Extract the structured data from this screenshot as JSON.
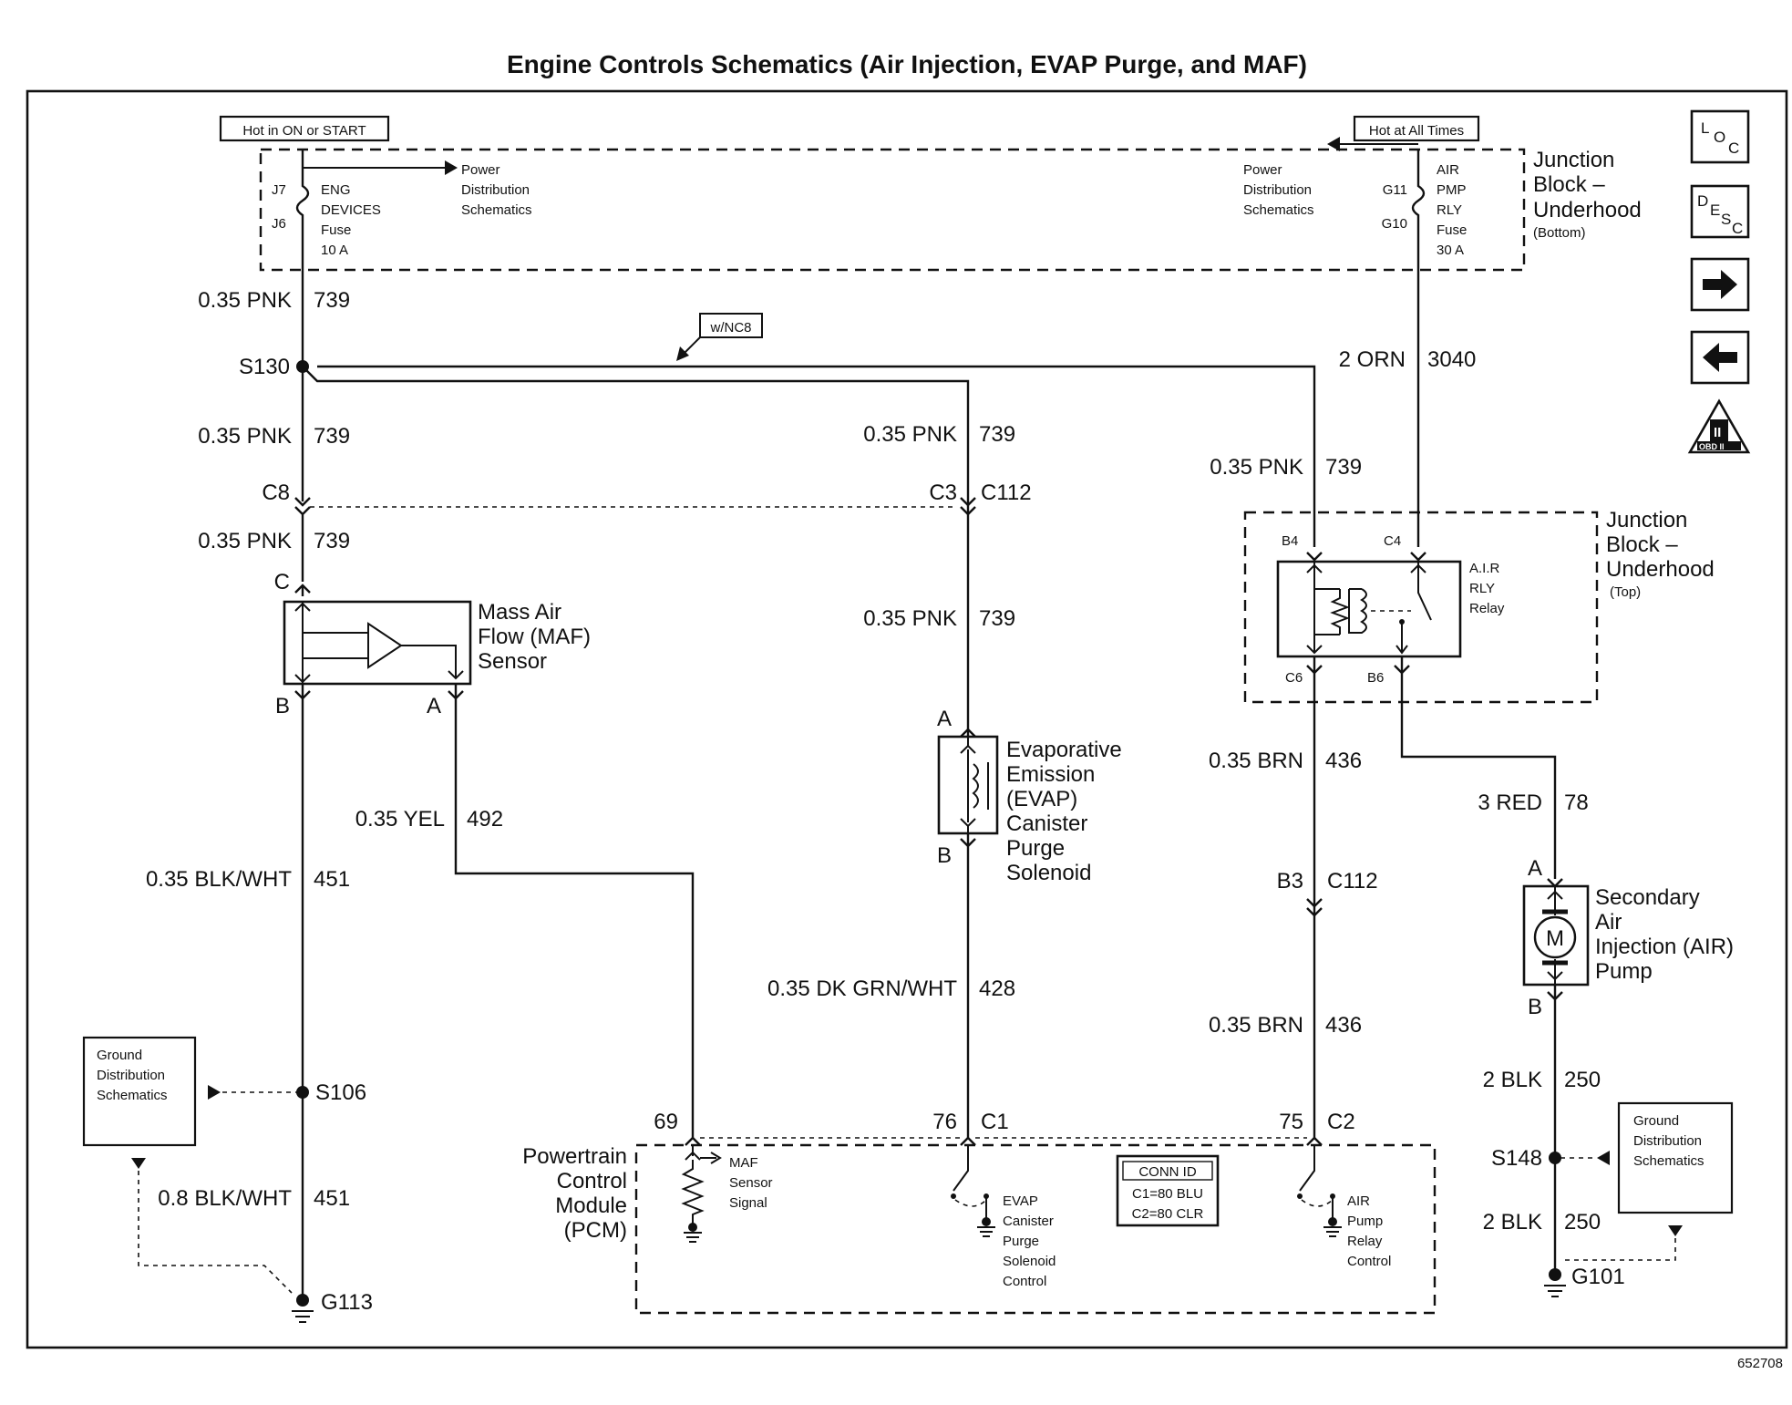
{
  "title": "Engine Controls Schematics (Air Injection, EVAP Purge, and MAF)",
  "doc_id": "652708",
  "nav": [
    {
      "name": "loc-icon",
      "label": "LOC"
    },
    {
      "name": "desc-icon",
      "label": "DESC"
    },
    {
      "name": "next-arrow-icon",
      "label": "→"
    },
    {
      "name": "prev-arrow-icon",
      "label": "←"
    },
    {
      "name": "obd-ii-icon",
      "label": "OBD II"
    }
  ],
  "hot_labels": {
    "left": "Hot in ON or START",
    "right": "Hot at All Times"
  },
  "junction_bottom": {
    "line1": "Junction",
    "line2": "Block –",
    "line3": "Underhood",
    "line4": "(Bottom)"
  },
  "junction_top": {
    "line1": "Junction",
    "line2": "Block –",
    "line3": "Underhood",
    "line4": "(Top)"
  },
  "fuse_left": {
    "pin_top": "J7",
    "pin_bottom": "J6",
    "l1": "ENG",
    "l2": "DEVICES",
    "l3": "Fuse",
    "l4": "10 A"
  },
  "fuse_right": {
    "pin_top": "G11",
    "pin_bottom": "G10",
    "l1": "AIR",
    "l2": "PMP",
    "l3": "RLY",
    "l4": "Fuse",
    "l5": "30 A"
  },
  "power_dist_left": {
    "l1": "Power",
    "l2": "Distribution",
    "l3": "Schematics"
  },
  "power_dist_right": {
    "l1": "Power",
    "l2": "Distribution",
    "l3": "Schematics"
  },
  "option_tag": "w/NC8",
  "splices": {
    "s130": "S130",
    "s106": "S106",
    "s148": "S148"
  },
  "grounds": {
    "g113": "G113",
    "g101": "G101"
  },
  "connectors": {
    "c8": "C8",
    "c3": "C3",
    "c112_top": "C112",
    "b3": "B3",
    "c112_bot": "C112",
    "c1": "C1",
    "c2": "C2",
    "pin69": "69",
    "pin76": "76",
    "pin75": "75",
    "maf_c": "C",
    "maf_b": "B",
    "maf_a": "A",
    "evap_a": "A",
    "evap_b": "B",
    "air_a": "A",
    "air_b": "B",
    "relay_b4": "B4",
    "relay_c4": "C4",
    "relay_c6": "C6",
    "relay_b6": "B6"
  },
  "wires": {
    "w1": {
      "gauge": "0.35 PNK",
      "circuit": "739"
    },
    "w2": {
      "gauge": "0.35 PNK",
      "circuit": "739"
    },
    "w3": {
      "gauge": "0.35 PNK",
      "circuit": "739"
    },
    "w4": {
      "gauge": "0.35 PNK",
      "circuit": "739"
    },
    "w5": {
      "gauge": "0.35 PNK",
      "circuit": "739"
    },
    "w6": {
      "gauge": "0.35 PNK",
      "circuit": "739"
    },
    "w7": {
      "gauge": "2 ORN",
      "circuit": "3040"
    },
    "w8": {
      "gauge": "0.35 YEL",
      "circuit": "492"
    },
    "w9": {
      "gauge": "0.35 BLK/WHT",
      "circuit": "451"
    },
    "w10": {
      "gauge": "0.8 BLK/WHT",
      "circuit": "451"
    },
    "w11": {
      "gauge": "0.35 DK GRN/WHT",
      "circuit": "428"
    },
    "w12": {
      "gauge": "0.35 BRN",
      "circuit": "436"
    },
    "w13": {
      "gauge": "0.35 BRN",
      "circuit": "436"
    },
    "w14": {
      "gauge": "3 RED",
      "circuit": "78"
    },
    "w15": {
      "gauge": "2 BLK",
      "circuit": "250"
    },
    "w16": {
      "gauge": "2 BLK",
      "circuit": "250"
    }
  },
  "maf": {
    "l1": "Mass Air",
    "l2": "Flow (MAF)",
    "l3": "Sensor"
  },
  "evap": {
    "l1": "Evaporative",
    "l2": "Emission",
    "l3": "(EVAP)",
    "l4": "Canister",
    "l5": "Purge",
    "l6": "Solenoid"
  },
  "air_pump": {
    "l1": "Secondary",
    "l2": "Air",
    "l3": "Injection (AIR)",
    "l4": "Pump",
    "motor": "M"
  },
  "relay": {
    "l1": "A.I.R",
    "l2": "RLY",
    "l3": "Relay"
  },
  "ground_dist_left": {
    "l1": "Ground",
    "l2": "Distribution",
    "l3": "Schematics"
  },
  "ground_dist_right": {
    "l1": "Ground",
    "l2": "Distribution",
    "l3": "Schematics"
  },
  "pcm": {
    "l1": "Powertrain",
    "l2": "Control",
    "l3": "Module",
    "l4": "(PCM)",
    "maf_sig": {
      "l1": "MAF",
      "l2": "Sensor",
      "l3": "Signal"
    },
    "evap_ctl": {
      "l1": "EVAP",
      "l2": "Canister",
      "l3": "Purge",
      "l4": "Solenoid",
      "l5": "Control"
    },
    "air_ctl": {
      "l1": "AIR",
      "l2": "Pump",
      "l3": "Relay",
      "l4": "Control"
    }
  },
  "conn_id": {
    "title": "CONN ID",
    "c1": "C1=80 BLU",
    "c2": "C2=80 CLR"
  }
}
